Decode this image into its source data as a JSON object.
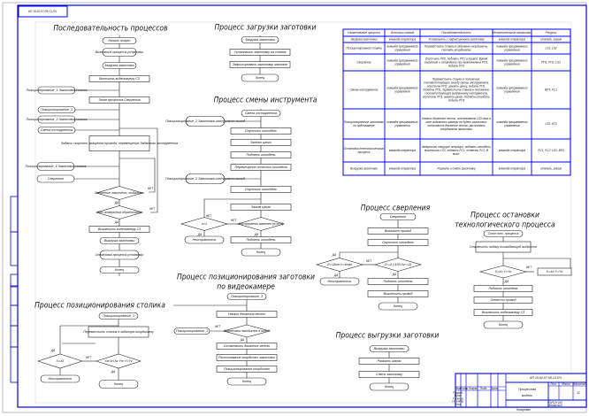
{
  "sheet": {
    "stamp_top": "КП 15.02.07.05.13-ЛЧ",
    "border_color": "#0000ee",
    "line_color": "#222222",
    "frame_color": "#bbbbbb"
  },
  "flows": {
    "main": {
      "title": "Последовательность процессов",
      "nodes": [
        "Начало старт",
        "Включение процесса установки",
        "Загрузка заготовки",
        "Включить видеокамеру С3",
        "Позиционирование_1 Заготовка-станок",
        "Этап процессов Сверления",
        "Позиционирование_2",
        "Позиционирование_3 Заготовка-станок",
        "Смена инструмента",
        "Задать скорость вращения привода, перемещение Заданного инструмента",
        "Позиционирование_4 Заготовка-станок",
        "Сверление",
        "Сверление закончено, отдалить",
        "Все отверстия обработаны",
        "Выключить видеокамеру С3",
        "Выгрузка заготовки",
        "Остановка процесса установки",
        "Конец"
      ],
      "yes": "ДА",
      "no": "НЕТ"
    },
    "load": {
      "title": "Процесс загрузки заготовки",
      "nodes": [
        "Загрузка заготовки",
        "Установить заготовку на станок",
        "Зафиксировать заготовку зажимом",
        "Конец"
      ]
    },
    "tool": {
      "title": "Процесс смены инструмента",
      "nodes": [
        "Смена инструмента",
        "Позиционирование_2 Заготовка-инструмент выход",
        "Опустить шпиндель",
        "Захват цанги",
        "Поднять шпиндель",
        "Перемещение оснастки шпинделя",
        "Позиционирование_2 Заготовка-инструмент выход",
        "Опустить шпиндель",
        "Зажим цанги",
        "n=1",
        "Инструмент заменен (n=n+1)",
        "Поднять шпиндель",
        "Конец",
        "Неисправность"
      ],
      "yes": "ДА",
      "no": "НЕТ"
    },
    "table": {
      "title": "Процесс позиционирования столика",
      "nodes": [
        "Позиционирование_1",
        "Переместить столик в заданную координату",
        "X=Xk",
        "Xн<X<Xк Yн<Y<Yк",
        "Неисправность",
        "Конец"
      ],
      "yes": "ДА",
      "no": "НЕТ"
    },
    "conveyor": {
      "title_line1": "Процесс позиционирования заготовки",
      "title_line2": "по видеокамере",
      "nodes": [
        "Позиционирование_3",
        "Начало движения ленты",
        "Заготовка находится в зоне?",
        "Остановить движение ленты",
        "Распознавание координат заготовки",
        "Позиционирование координат",
        "Конец",
        "Позиционирование_1"
      ],
      "yes": "ДА",
      "no": "НЕТ"
    },
    "drill": {
      "title": "Процесс сверления",
      "nodes": [
        "Сверление",
        "Включить привод",
        "Опустить шпиндель",
        "Z<=Zmin t>=tmax",
        "Z<=Z (-100 Vz<=Z)",
        "Неисправность",
        "Поднять шпиндель",
        "Выключить привод",
        "Конец"
      ],
      "yes": "ДА",
      "no": "НЕТ"
    },
    "stop": {
      "title_line1": "Процесс остановки",
      "title_line2": "технологического процесса",
      "nodes": [
        "Стоп тех. процесса",
        "Отключить подачу охлаждающей жидкости",
        "X=Xо Y=Yо",
        "X=Xн Y=Yн",
        "Поднять шпиндель",
        "Отвести привод",
        "Выключить видеокамеру С3",
        "Конец"
      ],
      "yes": "ДА",
      "no": "НЕТ"
    },
    "unload": {
      "title": "Процесс выгрузки заготовки",
      "nodes": [
        "Выгрузка заготовки",
        "Разжать зажим",
        "Снять заготовку",
        "Конец"
      ]
    }
  },
  "spec_table": {
    "headers": [
      "Наименование процесса",
      "Источник команд",
      "Последовательность",
      "Исполнительные механизмы",
      "Ресурсы"
    ],
    "rows": [
      [
        "Загрузка заготовки",
        "команда оператора",
        "Установить и зафиксировать заготовку",
        "команда оператора",
        "стапель, зажим"
      ],
      [
        "Позиционирование станка",
        "команда программного управления",
        "Переместить станок в заданные координаты, считать координаты",
        "команда программного управления",
        "LS1, LS2"
      ],
      [
        "Сверление",
        "команда программного управления",
        "Опустить РП2, поднять РП1 и привод. Время сверления и охлаждение при выключенных РП1, подать РП2",
        "команда программного управления",
        "РП1, РП2, LS3"
      ],
      [
        "Смена инструмента",
        "команда программного управления",
        "Переместить станок в положение, соответствующее гнезду смены инструмента, опустить РП3, зажать цангу, подать РП1, поднять РП1, переместить станок в положение, соответствующее выбранному инструменту, опустить РП1, зажать цангу, поднять шпиндель, подать РП3",
        "команда программного управления",
        "ВР3, РС1"
      ],
      [
        "Позиционирование заготовки по видеокамере",
        "команда программного управления",
        "Начать движение ленты, отслеживать LS3 пока в зоне видимости камеры не будет заготовка, остановить движение ленты, распознать координаты заготовки",
        "команда программного управления",
        "LS3, КТ3"
      ],
      [
        "Остановка технологического процесса",
        "команда оператора",
        "Завершить текущие операции, поднять шпиндель, выключить LS3, поднять РС1, отвести РС2, В выкл.",
        "команда оператора",
        "РС1, РС2, LS3, ВП3"
      ],
      [
        "Выгрузка заготовки",
        "команда оператора",
        "Разжать и снять заготовку",
        "команда оператора",
        "стапель, зажим"
      ]
    ]
  },
  "title_block": {
    "doc_code": "КП 15.02.07.05.13 ЛЧ",
    "doc_name_line1": "Процессная",
    "doc_name_line2": "модель",
    "sheet_number": "11",
    "headers": [
      "Лит.",
      "Масса",
      "Масштаб"
    ],
    "sheet_labels": [
      "Лист",
      "Листов"
    ],
    "org_line1": "ГАПОУ ИО",
    "org_line2": "Ангарский",
    "org_line3": "пром. колледж",
    "left_cols": [
      "Изм.",
      "Лист",
      "№ докум.",
      "Подп.",
      "Дата"
    ],
    "left_rows": [
      "Разраб.",
      "Пров.",
      "Т.контр.",
      "Н.контр.",
      "Утв."
    ],
    "footer": "Копировал",
    "format": "Формат А3"
  },
  "side_stamp": {
    "cells": [
      "Инв. № подл.",
      "Подп. и дата",
      "Взам. инв. №",
      "Инв. № дубл.",
      "Подп. и дата",
      "Справ. №",
      "Перв. примен."
    ]
  }
}
